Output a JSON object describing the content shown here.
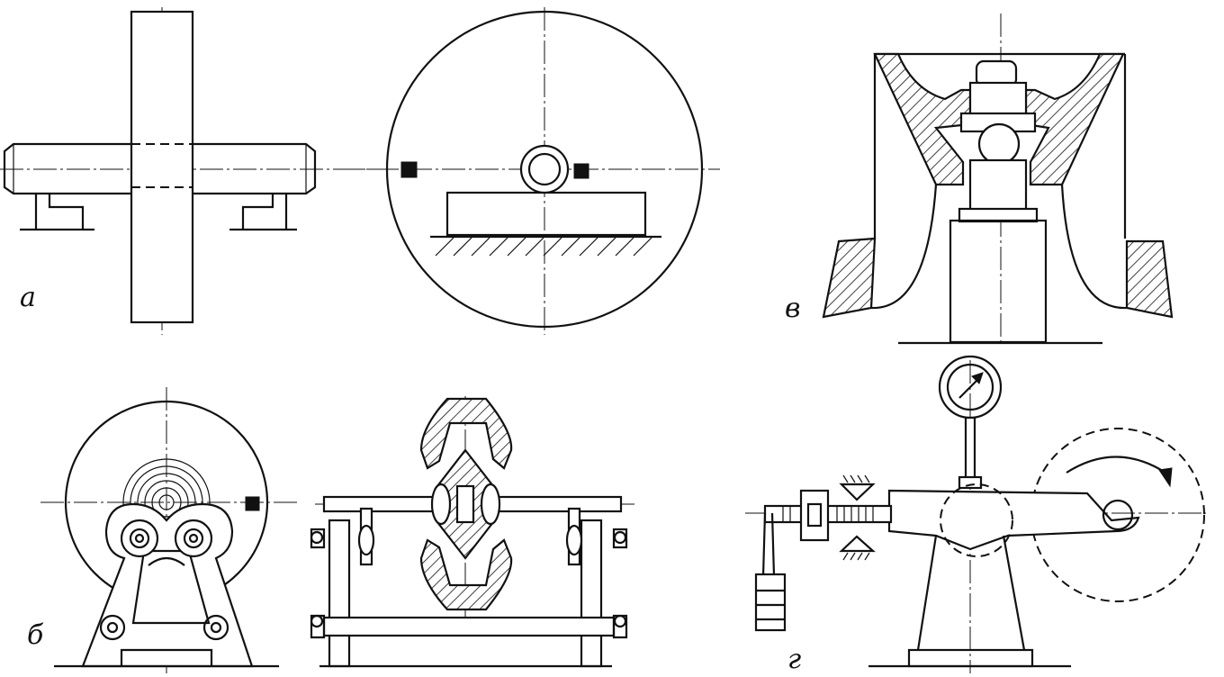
{
  "labels": {
    "a": "а",
    "b": "б",
    "v": "в",
    "g": "г"
  }
}
